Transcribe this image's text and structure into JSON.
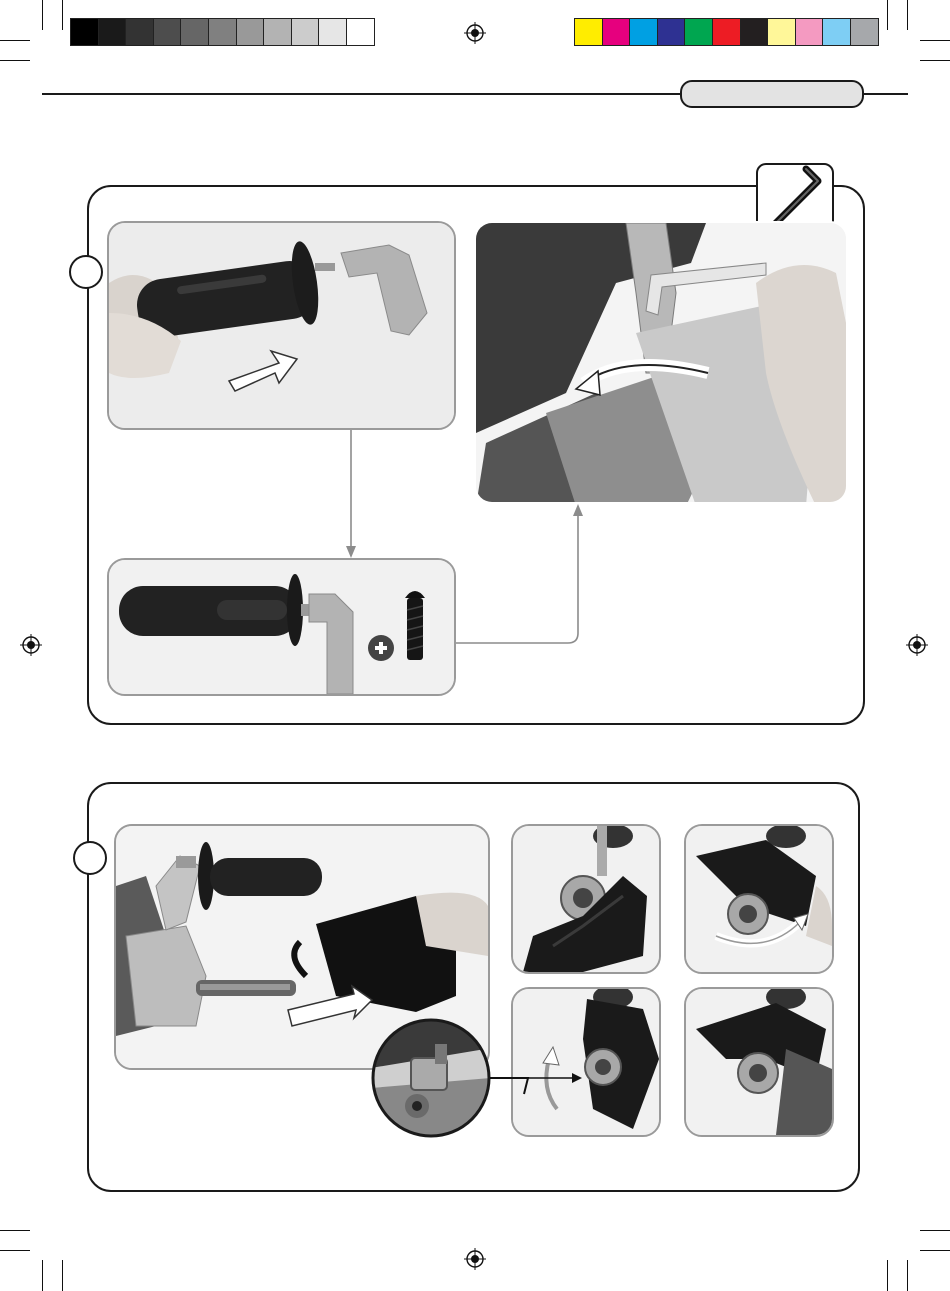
{
  "colors": {
    "grayscale_swatches": [
      "#000000",
      "#1a1a1a",
      "#333333",
      "#4d4d4d",
      "#666666",
      "#808080",
      "#999999",
      "#b3b3b3",
      "#cccccc",
      "#e6e6e6",
      "#ffffff"
    ],
    "process_swatches": [
      "#ffed00",
      "#e6007e",
      "#00a0e3",
      "#2e3192",
      "#00a650",
      "#ed1c24",
      "#231f20",
      "#fff799",
      "#f49ac1",
      "#7ecef4",
      "#a6a8ab"
    ],
    "frame_border": "#1a1a1a",
    "photo_border": "#9a9a9a",
    "arrow_line": "#8c8c8c",
    "tab_fill": "#e3e3e3"
  },
  "icons": {
    "registration": "registration-target-icon",
    "tool": "hex-key-icon",
    "plus": "plus-icon",
    "screw": "button-head-screw-icon"
  },
  "sections": [
    {
      "id": "handle-assembly",
      "photos": [
        "grip-and-bracket",
        "tightening-with-hex-key",
        "handle-with-screw"
      ]
    },
    {
      "id": "guard-fitting",
      "photos": [
        "guard-onto-grinder",
        "bolt-closeup",
        "guard-step-1",
        "guard-step-2",
        "guard-step-3",
        "guard-step-4"
      ]
    }
  ]
}
